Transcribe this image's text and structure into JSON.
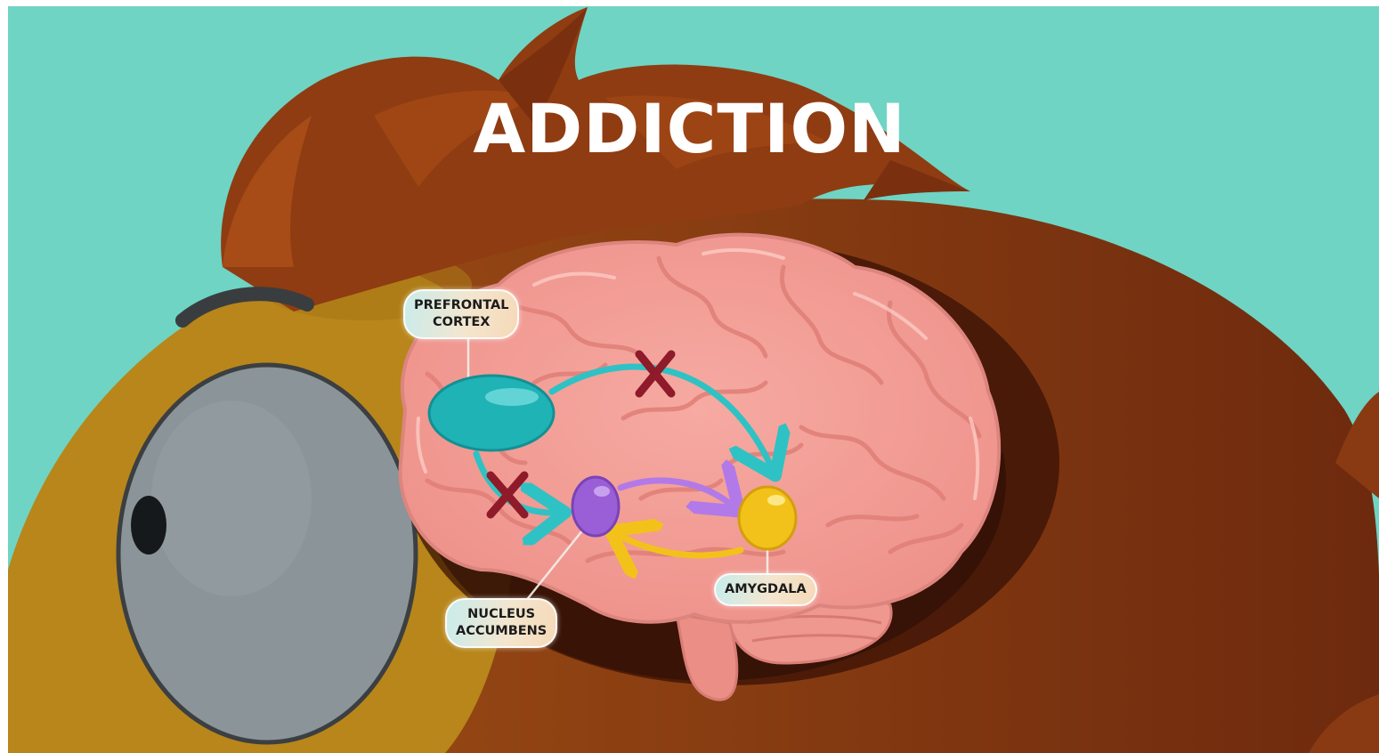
{
  "title": "ADDICTION",
  "labels": {
    "prefrontal_cortex": [
      "PREFRONTAL",
      "CORTEX"
    ],
    "nucleus_accumbens": [
      "NUCLEUS",
      "ACCUMBENS"
    ],
    "amygdala": "AMYGDALA"
  },
  "colors": {
    "background": "#6fd4c3",
    "hair": "#8a3a12",
    "head_left": "#b8861a",
    "head_right": "#7a3110",
    "eye": "#8a9397",
    "brain": "#f2a098",
    "prefrontal_cortex": "#1fb3b6",
    "nucleus_accumbens": "#9a5fd6",
    "amygdala": "#f3c21a",
    "blocked_mark": "#8e1a2a"
  },
  "connections": [
    {
      "from": "PREFRONTAL CORTEX",
      "to": "AMYGDALA",
      "color": "#2fc2c4",
      "blocked": true
    },
    {
      "from": "PREFRONTAL CORTEX",
      "to": "NUCLEUS ACCUMBENS",
      "color": "#2fc2c4",
      "blocked": true
    },
    {
      "from": "NUCLEUS ACCUMBENS",
      "to": "AMYGDALA",
      "color": "#b27ae8",
      "blocked": false
    },
    {
      "from": "AMYGDALA",
      "to": "NUCLEUS ACCUMBENS",
      "color": "#f3c21a",
      "blocked": false
    }
  ]
}
